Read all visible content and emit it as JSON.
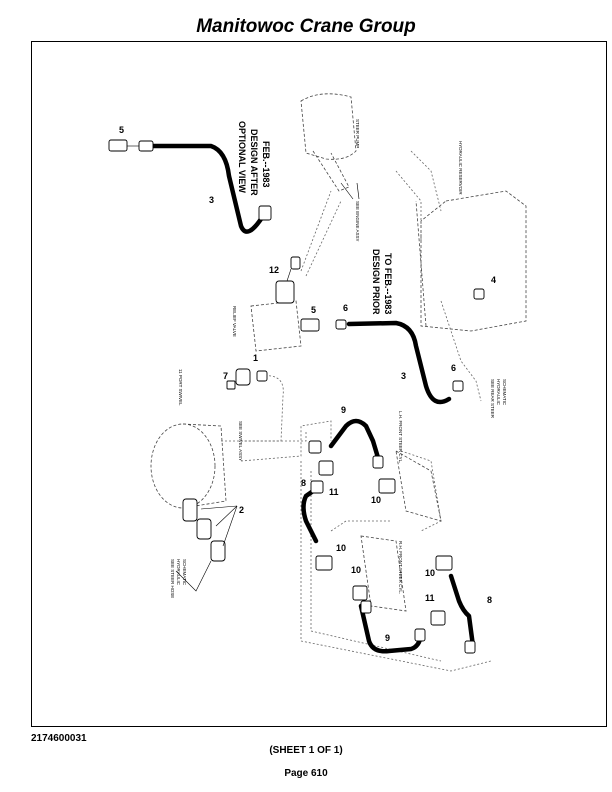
{
  "header": {
    "title": "Manitowoc Crane Group"
  },
  "diagram": {
    "notes": {
      "optional_view": [
        "OPTIONAL VIEW",
        "DESIGN AFTER",
        "FEB.--1983"
      ],
      "design_prior": [
        "DESIGN PRIOR",
        "TO FEB.--1983"
      ]
    },
    "labels": {
      "steer_pump": "STEER PUMP",
      "hydraulic_reservoir": "HYDRAULIC RESERVOIR",
      "see_engine_assy": "SEE ENGINE ASSY",
      "relief_valve": "RELIEF VALVE",
      "port_swivel": "11 PORT SWIVEL",
      "see_swivel_assy": "SEE SWIVEL ASSY",
      "see_rear_steer": [
        "SEE REAR STEER",
        "HYDRAULIC",
        "SCHEMATIC"
      ],
      "lh_front_steer": "L.H. FRONT STEER CYL.",
      "rh_front_steer": "R.H. FRONT STEER CYL.",
      "see_steer_hose": [
        "SEE STEER HOSE",
        "HYDRAULIC",
        "SCHEMATIC"
      ]
    },
    "callouts": {
      "c1": "1",
      "c2": "2",
      "c3a": "3",
      "c3b": "3",
      "c4": "4",
      "c5a": "5",
      "c5b": "5",
      "c6a": "6",
      "c6b": "6",
      "c7": "7",
      "c8a": "8",
      "c8b": "8",
      "c9a": "9",
      "c9b": "9",
      "c10a": "10",
      "c10b": "10",
      "c10c": "10",
      "c10d": "10",
      "c11a": "11",
      "c11b": "11",
      "c12": "12"
    }
  },
  "footer": {
    "doc_number": "2174600031",
    "sheet": "(SHEET 1 OF 1)",
    "page": "Page 610"
  }
}
